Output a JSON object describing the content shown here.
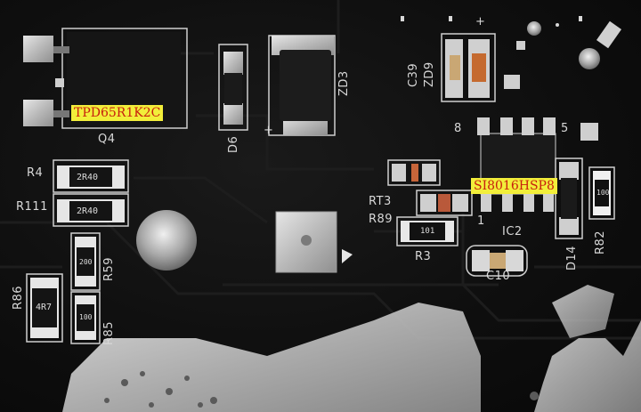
{
  "highlights": {
    "q4_part": "TPD65R1K2C",
    "ic2_part": "SI8016HSP8"
  },
  "silkscreen": {
    "q4": "Q4",
    "d6": "D6",
    "zd3": "ZD3",
    "c39": "C39",
    "zd9": "ZD9",
    "plus_zd3": "+",
    "plus_c39": "+",
    "r4": "R4",
    "r111": "R111",
    "rt3": "RT3",
    "r89": "R89",
    "r3": "R3",
    "pin8": "8",
    "pin5": "5",
    "pin1": "1",
    "ic2": "IC2",
    "c10": "C10",
    "d14": "D14",
    "r82": "R82",
    "r59": "R59",
    "r86": "R86",
    "r85": "R85"
  },
  "component_markings": {
    "r4": "2R40",
    "r111": "2R40",
    "r3": "101",
    "r59": "200",
    "r85": "100",
    "r86": "4R7",
    "r82": "100"
  },
  "colors": {
    "board": "#0e0e0e",
    "pad": "#cfcfcf",
    "highlight_bg": "#f2ee3a",
    "highlight_text": "#c8200e"
  }
}
